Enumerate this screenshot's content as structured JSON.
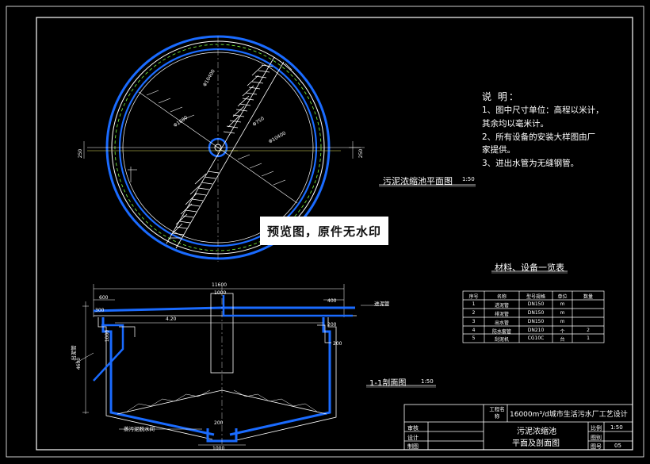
{
  "notes": {
    "title": "说 明：",
    "lines": [
      "1、图中尺寸单位：高程以米计，",
      "其余均以毫米计。",
      "2、所有设备的安装大样图由厂",
      "家提供。",
      "3、进出水管为无缝钢管。"
    ]
  },
  "plan_view": {
    "title": "污泥浓缩池平面图",
    "scale": "1:50",
    "dims": [
      "Φ10400",
      "Φ1600",
      "Φ750",
      "Φ10400",
      "250",
      "250"
    ]
  },
  "section_view": {
    "title": "1-1剖面图",
    "scale": "1:50",
    "top_dim": "11600",
    "dims": [
      "600",
      "300",
      "1000",
      "400",
      "200",
      "200",
      "4.20",
      "1000",
      "4600",
      "200",
      "1000"
    ],
    "labels": {
      "inlet_pipe": "进泥管",
      "outlet_pipe": "出泥管",
      "drain": "蒸污泥脱水间"
    }
  },
  "materials": {
    "title": "材料、设备一览表",
    "headers": [
      "序号",
      "名称",
      "型号规格",
      "单位",
      "数量"
    ],
    "rows": [
      [
        "1",
        "进泥管",
        "DN150",
        "m",
        ""
      ],
      [
        "2",
        "排泥管",
        "DN150",
        "m",
        ""
      ],
      [
        "3",
        "出水管",
        "DN150",
        "m",
        ""
      ],
      [
        "4",
        "防水套管",
        "DN210",
        "个",
        "2"
      ],
      [
        "5",
        "刮泥机",
        "CG10C",
        "台",
        "1"
      ]
    ]
  },
  "title_block": {
    "project_label": "工程名称",
    "project_name": "16000m³/d城市生活污水厂工艺设计",
    "roles": [
      "审核",
      "设计",
      "制图"
    ],
    "drawing_name_1": "污泥浓缩池",
    "drawing_name_2": "平面及剖面图",
    "fields": [
      {
        "label": "比例",
        "value": "1:50"
      },
      {
        "label": "图别",
        "value": ""
      },
      {
        "label": "图号",
        "value": "05"
      }
    ]
  },
  "watermark": "预览图，原件无水印",
  "colors": {
    "background": "#000000",
    "line": "#ffffff",
    "wall": "#1a6bff",
    "dash": "#7cff40",
    "yellow": "#e8e860"
  }
}
